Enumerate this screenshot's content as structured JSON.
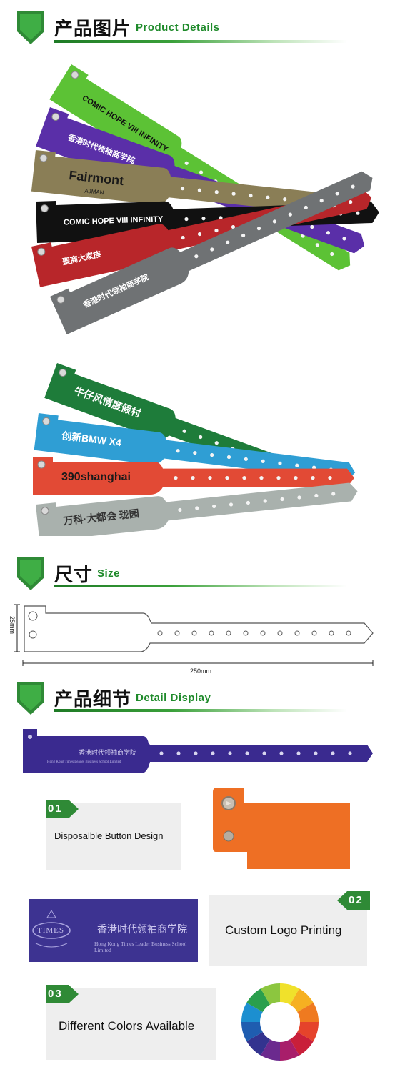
{
  "sections": {
    "product": {
      "cn": "产品图片",
      "en": "Product Details"
    },
    "size": {
      "cn": "尺寸",
      "en": "Size"
    },
    "detail": {
      "cn": "产品细节",
      "en": "Detail Display"
    }
  },
  "bands_top": [
    {
      "color": "#5cc235",
      "text": "COMIC HOPE VIII INFINITY"
    },
    {
      "color": "#5a2fa8",
      "text": "香港时代领袖商学院"
    },
    {
      "color": "#8a7e56",
      "text": "Fairmont",
      "sub": "AJMAN"
    },
    {
      "color": "#111111",
      "text": "COMIC HOPE VIII INFINITY"
    },
    {
      "color": "#b8262a",
      "text": "聖商大家族"
    },
    {
      "color": "#6f7274",
      "text": "香港时代领袖商学院"
    }
  ],
  "bands_bottom": [
    {
      "color": "#1e7c3a",
      "text": "牛仔风情度假村"
    },
    {
      "color": "#2f9ed4",
      "text": "创新BMW X4"
    },
    {
      "color": "#e24a35",
      "text": "390shanghai"
    },
    {
      "color": "#a9b1ad",
      "text": "万科·大都会 珑园"
    }
  ],
  "size_diagram": {
    "height_label": "25mm",
    "length_label": "250mm"
  },
  "detail_band": {
    "color": "#3a2a8f",
    "text_cn": "香港时代领袖商学院",
    "text_en": "Hong Kong Times Leader Business School Limited"
  },
  "features": [
    {
      "num": "01",
      "label": "Disposalble Button Design",
      "tab_color": "#ee6f24"
    },
    {
      "num": "02",
      "label": "Custom Logo Printing",
      "logo_cn": "香港时代领袖商学院",
      "logo_en": "Hong Kong Times Leader Business School Limited",
      "logo_word": "TIMES",
      "logo_bg": "#3d3391"
    },
    {
      "num": "03",
      "label": "Different Colors Available"
    }
  ],
  "color_wheel": [
    "#f0e12b",
    "#f6b021",
    "#ef7a20",
    "#e5432b",
    "#c91f3a",
    "#a81e6a",
    "#6b2a8e",
    "#33338f",
    "#1f5db0",
    "#1c8fd0",
    "#2a9f4d",
    "#8cc63f"
  ]
}
